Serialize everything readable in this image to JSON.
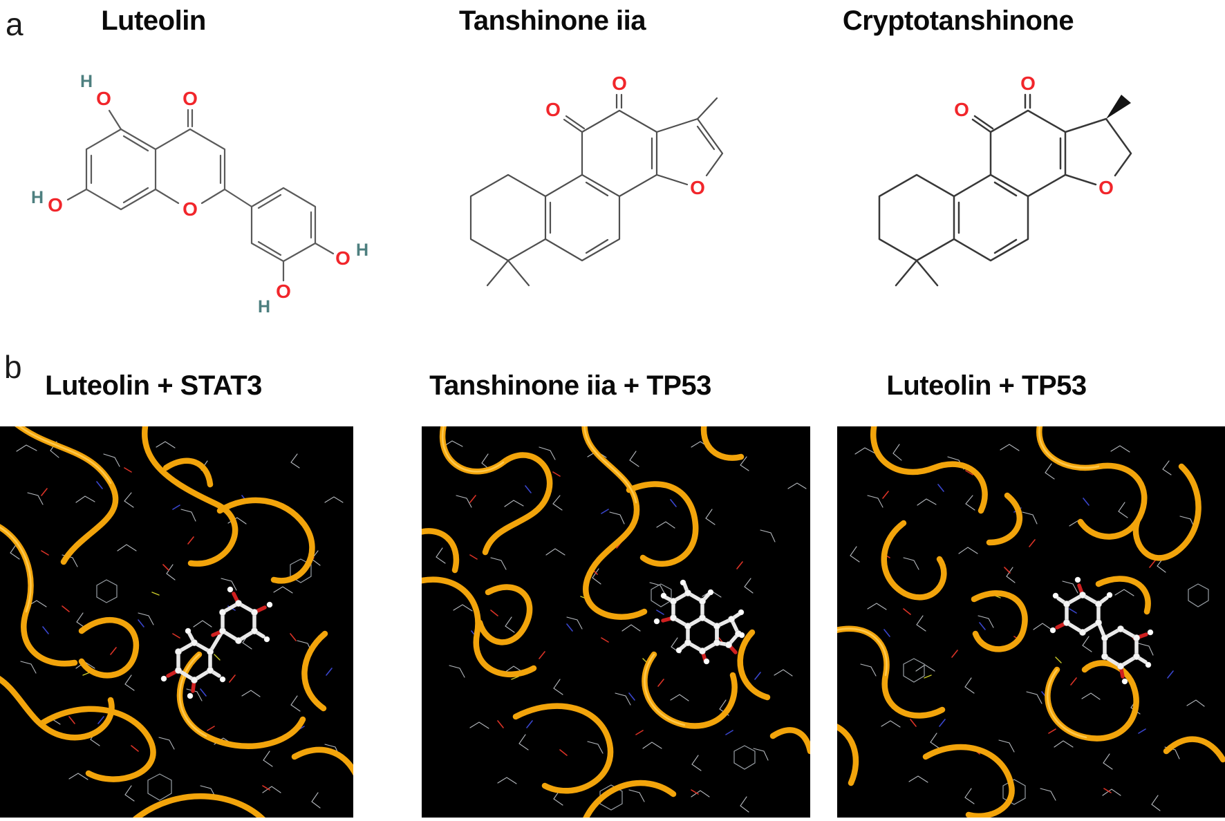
{
  "panel_a": {
    "label": "a",
    "molecules": [
      {
        "name": "Luteolin"
      },
      {
        "name": "Tanshinone iia"
      },
      {
        "name": "Cryptotanshinone"
      }
    ]
  },
  "panel_b": {
    "label": "b",
    "dockings": [
      {
        "title": "Luteolin + STAT3"
      },
      {
        "title": "Tanshinone iia + TP53"
      },
      {
        "title": "Luteolin + TP53"
      }
    ]
  },
  "atoms": {
    "oxygen": "O",
    "hydrogen": "H"
  },
  "colors": {
    "oxygen_label": "#f1262b",
    "hydrogen_label": "#4d7f7f",
    "bond_gray": "#5a5a5a",
    "ribbon_orange": "#f2a40b",
    "wireframe_gray": "#b5b9be",
    "ligand_white": "#e9e9e9",
    "panel_background": "#000000",
    "title_text": "#0a0a0a"
  }
}
